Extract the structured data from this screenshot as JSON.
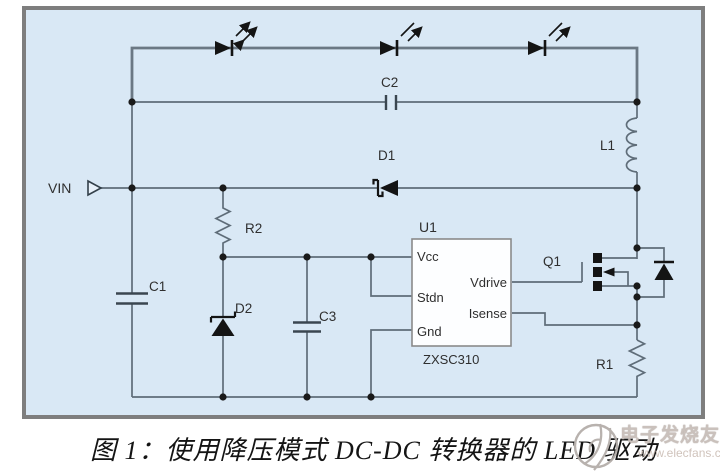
{
  "figure": {
    "caption": "图 1：使用降压模式 DC-DC 转换器的 LED 驱动"
  },
  "schematic": {
    "labels": {
      "vin": "VIN",
      "c1": "C1",
      "c2": "C2",
      "c3": "C3",
      "d1": "D1",
      "d2": "D2",
      "l1": "L1",
      "r1": "R1",
      "r2": "R2",
      "q1": "Q1"
    },
    "ic": {
      "ref": "U1",
      "part": "ZXSC310",
      "pin_vcc": "Vcc",
      "pin_stdn": "Stdn",
      "pin_gnd": "Gnd",
      "pin_vdrive": "Vdrive",
      "pin_isense": "Isense"
    },
    "colors": {
      "panel_bg": "#d9e8f5",
      "panel_border": "#7e7e7e",
      "wire": "#5f6d79",
      "component": "#141414"
    }
  },
  "watermark": {
    "brand": "电子发烧友",
    "url": "www.elecfans.com"
  }
}
